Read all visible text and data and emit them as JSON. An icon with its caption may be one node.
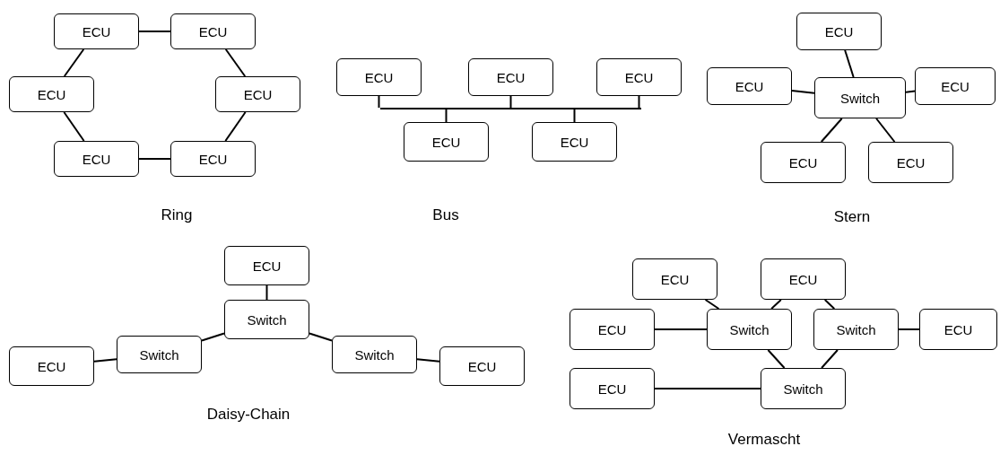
{
  "diagram": {
    "nodes": [
      {
        "text": [
          "ECU"
        ]
      },
      {
        "text": [
          "ECU"
        ]
      },
      {
        "text": [
          "ECU"
        ]
      },
      {
        "text": [
          "ECU"
        ]
      },
      {
        "text": [
          "ECU"
        ]
      },
      {
        "text": [
          "ECU"
        ]
      },
      {
        "text": [
          "ECU"
        ]
      },
      {
        "text": [
          "ECU"
        ]
      },
      {
        "text": [
          "ECU"
        ]
      },
      {
        "text": [],
        "shape": "bar"
      },
      {
        "text": [
          "ECU"
        ]
      },
      {
        "text": [
          "ECU"
        ]
      },
      {
        "text": [
          "ECU"
        ]
      },
      {
        "text": [
          "ECU"
        ]
      },
      {
        "text": [
          "Switch"
        ]
      },
      {
        "text": [
          "ECU"
        ]
      },
      {
        "text": [
          "ECU"
        ]
      },
      {
        "text": [
          "ECU"
        ]
      },
      {
        "text": [
          "ECU"
        ]
      },
      {
        "text": [
          "ECU"
        ]
      },
      {
        "text": [
          "Switch"
        ]
      },
      {
        "text": [
          "Switch"
        ]
      },
      {
        "text": [
          "Switch"
        ]
      },
      {
        "text": [
          "ECU"
        ]
      },
      {
        "text": [
          "ECU"
        ]
      },
      {
        "text": [
          "ECU"
        ]
      },
      {
        "text": [
          "ECU"
        ]
      },
      {
        "text": [
          "Switch"
        ]
      },
      {
        "text": [
          "Switch"
        ]
      },
      {
        "text": [
          "ECU"
        ]
      },
      {
        "text": [
          "ECU"
        ]
      },
      {
        "text": [
          "Switch"
        ]
      }
    ],
    "edges": [
      {
        "from": 0,
        "to": 1,
        "arrow": "none"
      },
      {
        "from": 0,
        "to": 2,
        "arrow": "none"
      },
      {
        "from": 1,
        "to": 3,
        "arrow": "none"
      },
      {
        "from": 2,
        "to": 4,
        "arrow": "none"
      },
      {
        "from": 3,
        "to": 5,
        "arrow": "none"
      },
      {
        "from": 4,
        "to": 5,
        "arrow": "none"
      },
      {
        "from": 6,
        "to": 9,
        "arrow": "none"
      },
      {
        "from": 7,
        "to": 9,
        "arrow": "none"
      },
      {
        "from": 8,
        "to": 9,
        "arrow": "none"
      },
      {
        "from": 10,
        "to": 9,
        "arrow": "none"
      },
      {
        "from": 11,
        "to": 9,
        "arrow": "none"
      },
      {
        "from": 12,
        "to": 14,
        "arrow": "none"
      },
      {
        "from": 13,
        "to": 14,
        "arrow": "none"
      },
      {
        "from": 14,
        "to": 15,
        "arrow": "none"
      },
      {
        "from": 14,
        "to": 16,
        "arrow": "none"
      },
      {
        "from": 14,
        "to": 17,
        "arrow": "none"
      },
      {
        "from": 18,
        "to": 21,
        "arrow": "none"
      },
      {
        "from": 19,
        "to": 20,
        "arrow": "none"
      },
      {
        "from": 20,
        "to": 21,
        "arrow": "none"
      },
      {
        "from": 21,
        "to": 22,
        "arrow": "none"
      },
      {
        "from": 22,
        "to": 23,
        "arrow": "none"
      },
      {
        "from": 24,
        "to": 27,
        "arrow": "none"
      },
      {
        "from": 25,
        "to": 27,
        "arrow": "none"
      },
      {
        "from": 25,
        "to": 28,
        "arrow": "none"
      },
      {
        "from": 26,
        "to": 27,
        "arrow": "none"
      },
      {
        "from": 28,
        "to": 29,
        "arrow": "none"
      },
      {
        "from": 27,
        "to": 31,
        "arrow": "none"
      },
      {
        "from": 28,
        "to": 31,
        "arrow": "none"
      },
      {
        "from": 30,
        "to": 31,
        "arrow": "none"
      }
    ],
    "labels": [
      "Ring",
      "Bus",
      "Stern",
      "Daisy-Chain",
      "Vermascht"
    ]
  }
}
